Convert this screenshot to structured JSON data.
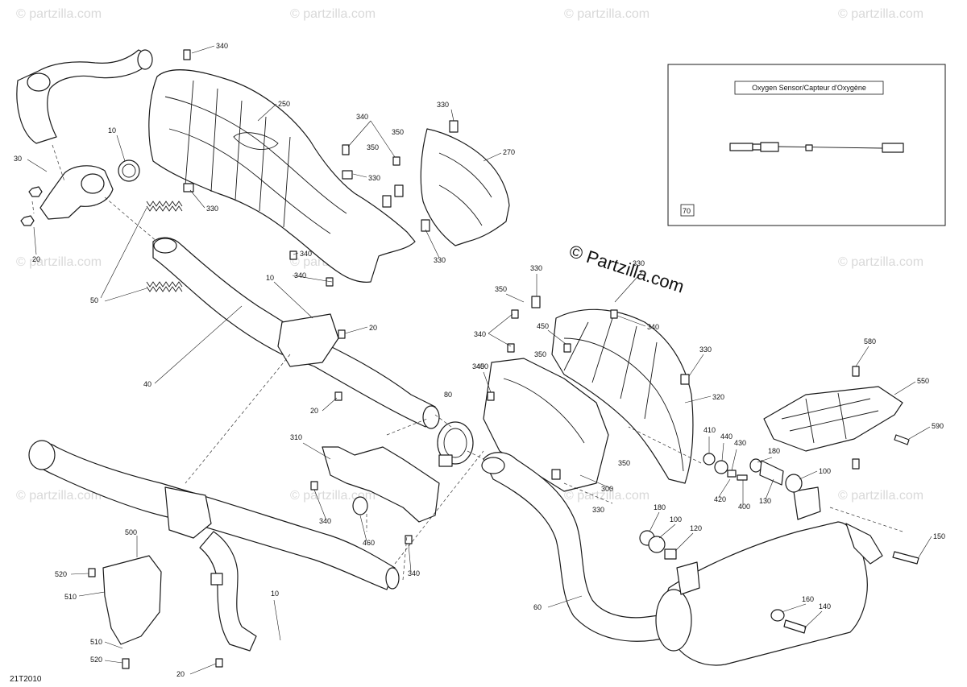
{
  "watermark": "© partzilla.com",
  "brand_watermark": "© Partzilla.com",
  "diagram_code": "21T2010",
  "inset": {
    "title": "Oxygen Sensor/Capteur d'Oxygène",
    "callout": "70"
  },
  "callouts": [
    "340",
    "250",
    "30",
    "10",
    "20",
    "50",
    "40",
    "330",
    "350",
    "340",
    "330",
    "330",
    "270",
    "340",
    "340",
    "20",
    "20",
    "10",
    "80",
    "310",
    "340",
    "460",
    "340",
    "500",
    "520",
    "510",
    "510",
    "520",
    "20",
    "10",
    "60",
    "330",
    "350",
    "340",
    "450",
    "340",
    "350",
    "330",
    "340",
    "450",
    "320",
    "330",
    "300",
    "330",
    "410",
    "440",
    "430",
    "420",
    "400",
    "350",
    "180",
    "130",
    "100",
    "580",
    "550",
    "590",
    "180",
    "100",
    "120",
    "150",
    "160",
    "140",
    "330",
    "350"
  ],
  "colors": {
    "ink": "#1a1a1a",
    "watermark": "#d9d9d9"
  }
}
